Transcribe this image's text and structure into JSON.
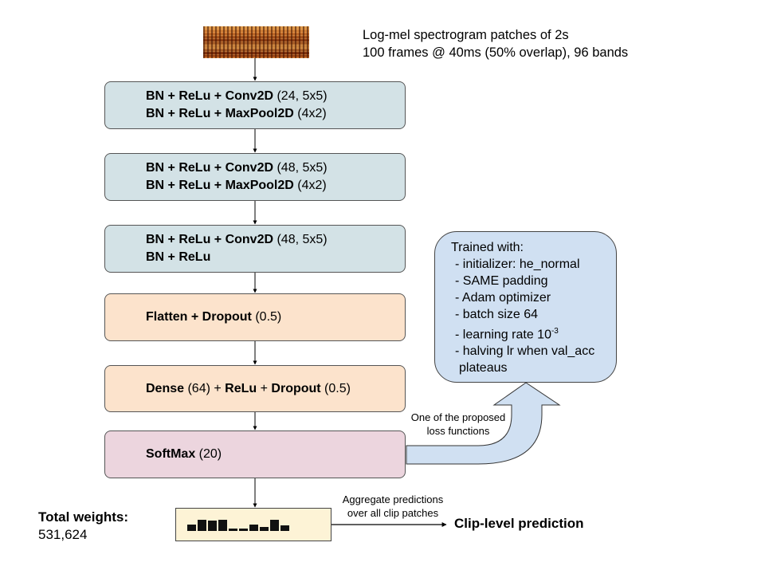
{
  "input": {
    "caption_line1": "Log-mel spectrogram patches of 2s",
    "caption_line2": "100 frames @ 40ms (50% overlap), 96 bands"
  },
  "blocks": [
    {
      "line1_bold": "BN + ReLu + Conv2D",
      "line1_rest": " (24, 5x5)",
      "line2_bold": "BN + ReLu + MaxPool2D",
      "line2_rest": " (4x2)",
      "fill": "#d3e2e6"
    },
    {
      "line1_bold": "BN + ReLu + Conv2D",
      "line1_rest": " (48, 5x5)",
      "line2_bold": "BN + ReLu + MaxPool2D",
      "line2_rest": " (4x2)",
      "fill": "#d3e2e6"
    },
    {
      "line1_bold": "BN + ReLu + Conv2D",
      "line1_rest": " (48, 5x5)",
      "line2_bold": "BN + ReLu",
      "line2_rest": "",
      "fill": "#d3e2e6"
    },
    {
      "a": "Flatten + Dropout",
      "b": " (0.5)",
      "fill": "#fce3cc"
    },
    {
      "a": "Dense",
      "b": " (64) + ",
      "c": "ReLu",
      "d": " + ",
      "e": "Dropout",
      "f": " (0.5)",
      "fill": "#fce3cc"
    },
    {
      "a": "SoftMax",
      "b": " (20)",
      "fill": "#ecd5de"
    }
  ],
  "training": {
    "title": "Trained with:",
    "items": [
      "- initializer: he_normal",
      "- SAME padding",
      "- Adam optimizer",
      "- batch size 64"
    ],
    "lr_text": "- learning rate 10",
    "lr_exp": "-3",
    "last_line1": "- halving lr when val_acc",
    "last_line2": "plateaus",
    "fill": "#d0e0f2"
  },
  "loss_note": {
    "line1": "One of the proposed",
    "line2": "loss functions"
  },
  "aggregate": {
    "line1": "Aggregate predictions",
    "line2": "over all clip patches"
  },
  "output": {
    "label": "Clip-level prediction",
    "bars": [
      0.35,
      0.6,
      0.55,
      0.6,
      0.1,
      0.1,
      0.35,
      0.2,
      0.6,
      0.3
    ]
  },
  "weights": {
    "label": "Total weights:",
    "value": "531,624"
  }
}
